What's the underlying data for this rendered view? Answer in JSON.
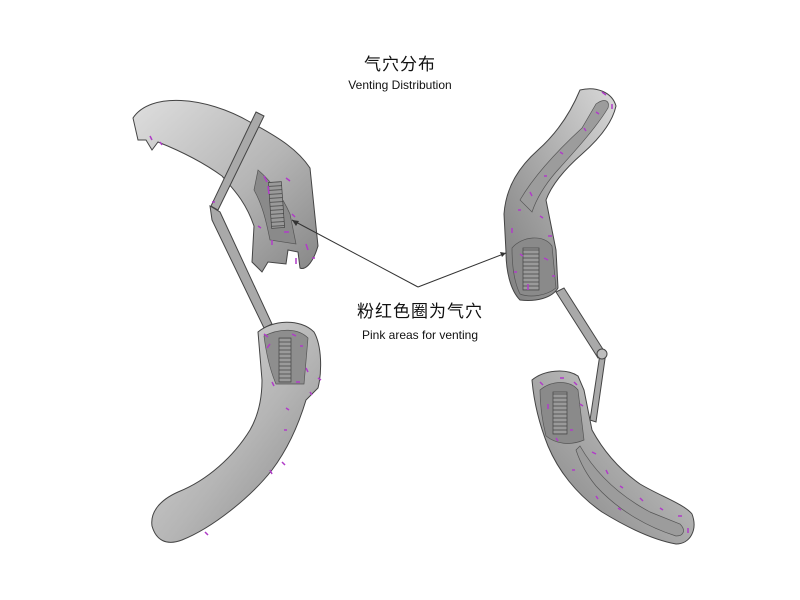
{
  "title": {
    "cn": "气穴分布",
    "en": "Venting Distribution"
  },
  "annotation": {
    "cn": "粉红色圈为气穴",
    "en": "Pink areas for venting"
  },
  "colors": {
    "part_fill": "#b9b9b9",
    "part_shadow": "#8e8e8e",
    "part_highlight": "#dcdcdc",
    "outline": "#444444",
    "vent_marks": "#b03cc8",
    "leader_line": "#333333"
  }
}
